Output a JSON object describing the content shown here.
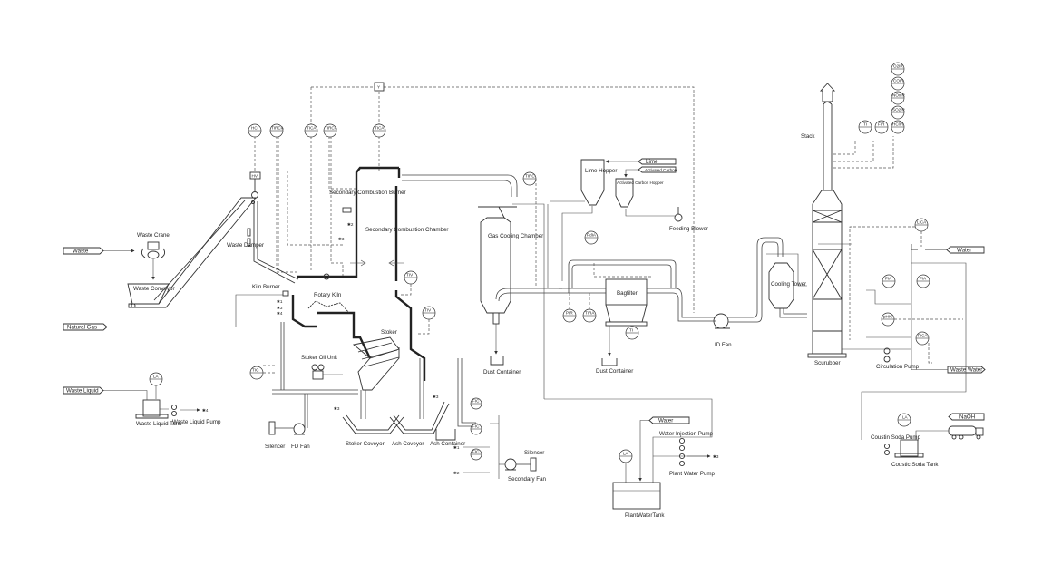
{
  "diagram": {
    "type": "process-flow-diagram",
    "subject": "Waste incineration plant with rotary kiln, stoker, gas treatment and scrubber",
    "inputs": [
      {
        "id": "waste",
        "label": "Waste"
      },
      {
        "id": "natural-gas",
        "label": "Natural Gas"
      },
      {
        "id": "waste-liquid",
        "label": "Waste Liquid"
      },
      {
        "id": "lime",
        "label": "Lime"
      },
      {
        "id": "activated-carbon",
        "label": "Activated Carbon"
      },
      {
        "id": "water-scrubber",
        "label": "Water"
      },
      {
        "id": "water-plant",
        "label": "Water"
      },
      {
        "id": "naoh",
        "label": "NaOH"
      }
    ],
    "outputs": [
      {
        "id": "waste-water",
        "label": "Waste Water"
      }
    ],
    "equipment": {
      "waste_crane": "Waste Crane",
      "waste_conveyor": "Waste Conveyor",
      "waste_damper": "Waste Damper",
      "kiln_burner": "Kiln Burner",
      "rotary_kiln": "Rotary Kiln",
      "secondary_combustion_burner": "Secondary Combustion Burner",
      "secondary_combustion_chamber": "Secondary Combustion Chamber",
      "stoker": "Stoker",
      "stoker_oil_unit": "Stoker Oil Unit",
      "stoker_conveyor": "Stoker Coveyor",
      "ash_conveyor": "Ash Coveyor",
      "ash_container": "Ash Container",
      "silencer_fd": "Silencer",
      "fd_fan": "FD Fan",
      "waste_liquid_tank": "Waste Liquid Tank",
      "waste_liquid_pump": "Waste Liquid Pump",
      "gas_cooling_chamber": "Gas Cooling Chamber",
      "dust_container_1": "Dust Container",
      "lime_hopper": "Lime Hopper",
      "activated_carbon_hopper": "Activated Carbon Hopper",
      "feeding_blower": "Feeding Blower",
      "bagfilter": "Bagfilter",
      "dust_container_2": "Dust Container",
      "id_fan": "ID Fan",
      "cooling_tower": "Cooling Tower",
      "scrubber": "Scurubber",
      "stack": "Stack",
      "circulation_pump": "Circulation Pump",
      "caustic_soda_pump": "Coustin Soda Pump",
      "caustic_soda_tank": "Coustic Soda Tank",
      "silencer_secondary": "Silencer",
      "secondary_fan": "Secondary Fan",
      "water_injection_pump": "Water Injection Pump",
      "plant_water_pump": "Plant Water Pump",
      "plant_water_tank": "PlantWaterTank"
    },
    "instruments": {
      "top_row": [
        "HC",
        "TIRCA",
        "TICA",
        "TIRCA",
        "TICA"
      ],
      "selector": "Y",
      "hv": "HV",
      "kiln_tic": "TIC",
      "tiv_1": "TIV",
      "tiv_2": "TIV",
      "gcc_tirc": "TIRC",
      "bag_pdia": "PdIA",
      "bag_pir": "PIR",
      "bag_tira": "TIRA",
      "bag_ti": "TI",
      "stack_ti": "TI",
      "stack_fir": "FIR",
      "analyzers": [
        "O2IR",
        "COIR",
        "NOxIR",
        "SO2IR",
        "HClIR"
      ],
      "scrub_lica": "LICA",
      "scrub_fia_1": "FIA",
      "scrub_fia_2": "FIA",
      "scrub_phic": "pHIC",
      "scrub_fica": "FICA",
      "soda_la": "LA",
      "waste_liquid_la": "LA",
      "plant_water_la": "LA",
      "secondary_fic": [
        "FIC",
        "FIC",
        "FIC"
      ]
    },
    "connectors": {
      "n1": "✱1",
      "n2": "✱2",
      "n3": "✱3",
      "n4": "✱4"
    }
  }
}
